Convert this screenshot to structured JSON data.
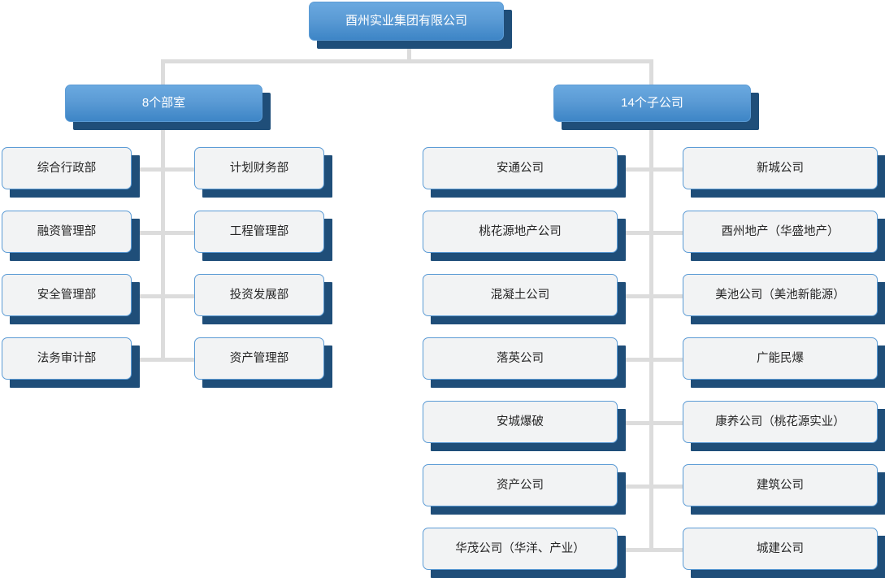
{
  "chart_data": {
    "type": "diagram",
    "diagram_kind": "organizational-chart",
    "orientation": "top-down",
    "root": {
      "label": "酉州实业集团有限公司",
      "level": 1
    },
    "branches": [
      {
        "label": "8个部室",
        "level": 2,
        "children_count": 8,
        "children": [
          "综合行政部",
          "计划财务部",
          "融资管理部",
          "工程管理部",
          "安全管理部",
          "投资发展部",
          "法务审计部",
          "资产管理部"
        ]
      },
      {
        "label": "14个子公司",
        "level": 2,
        "children_count": 14,
        "children": [
          "安通公司",
          "新城公司",
          "桃花源地产公司",
          "酉州地产（华盛地产）",
          "混凝土公司",
          "美池公司（美池新能源）",
          "落英公司",
          "广能民爆",
          "安城爆破",
          "康养公司（桃花源实业）",
          "资产公司",
          "建筑公司",
          "华茂公司（华洋、产业）",
          "城建公司"
        ]
      }
    ],
    "colors": {
      "node_blue_top": "#6aa9e0",
      "node_blue_bottom": "#3d85c6",
      "node_leaf_fill": "#f2f3f4",
      "node_border": "#5b9bd5",
      "shadow": "#1f4e79",
      "connector": "#dcdcdc",
      "background": "#ffffff",
      "blue_text": "#ffffff",
      "leaf_text": "#262626"
    }
  },
  "root": {
    "label": "酉州实业集团有限公司"
  },
  "departments_branch": {
    "label": "8个部室"
  },
  "subsidiaries_branch": {
    "label": "14个子公司"
  },
  "departments_left": [
    {
      "label": "综合行政部"
    },
    {
      "label": "融资管理部"
    },
    {
      "label": "安全管理部"
    },
    {
      "label": "法务审计部"
    }
  ],
  "departments_right": [
    {
      "label": "计划财务部"
    },
    {
      "label": "工程管理部"
    },
    {
      "label": "投资发展部"
    },
    {
      "label": "资产管理部"
    }
  ],
  "subsidiaries_left": [
    {
      "label": "安通公司"
    },
    {
      "label": "桃花源地产公司"
    },
    {
      "label": "混凝土公司"
    },
    {
      "label": "落英公司"
    },
    {
      "label": "安城爆破"
    },
    {
      "label": "资产公司"
    },
    {
      "label": "华茂公司（华洋、产业）"
    }
  ],
  "subsidiaries_right": [
    {
      "label": "新城公司"
    },
    {
      "label": "酉州地产（华盛地产）"
    },
    {
      "label": "美池公司（美池新能源）"
    },
    {
      "label": "广能民爆"
    },
    {
      "label": "康养公司（桃花源实业）"
    },
    {
      "label": "建筑公司"
    },
    {
      "label": "城建公司"
    }
  ]
}
